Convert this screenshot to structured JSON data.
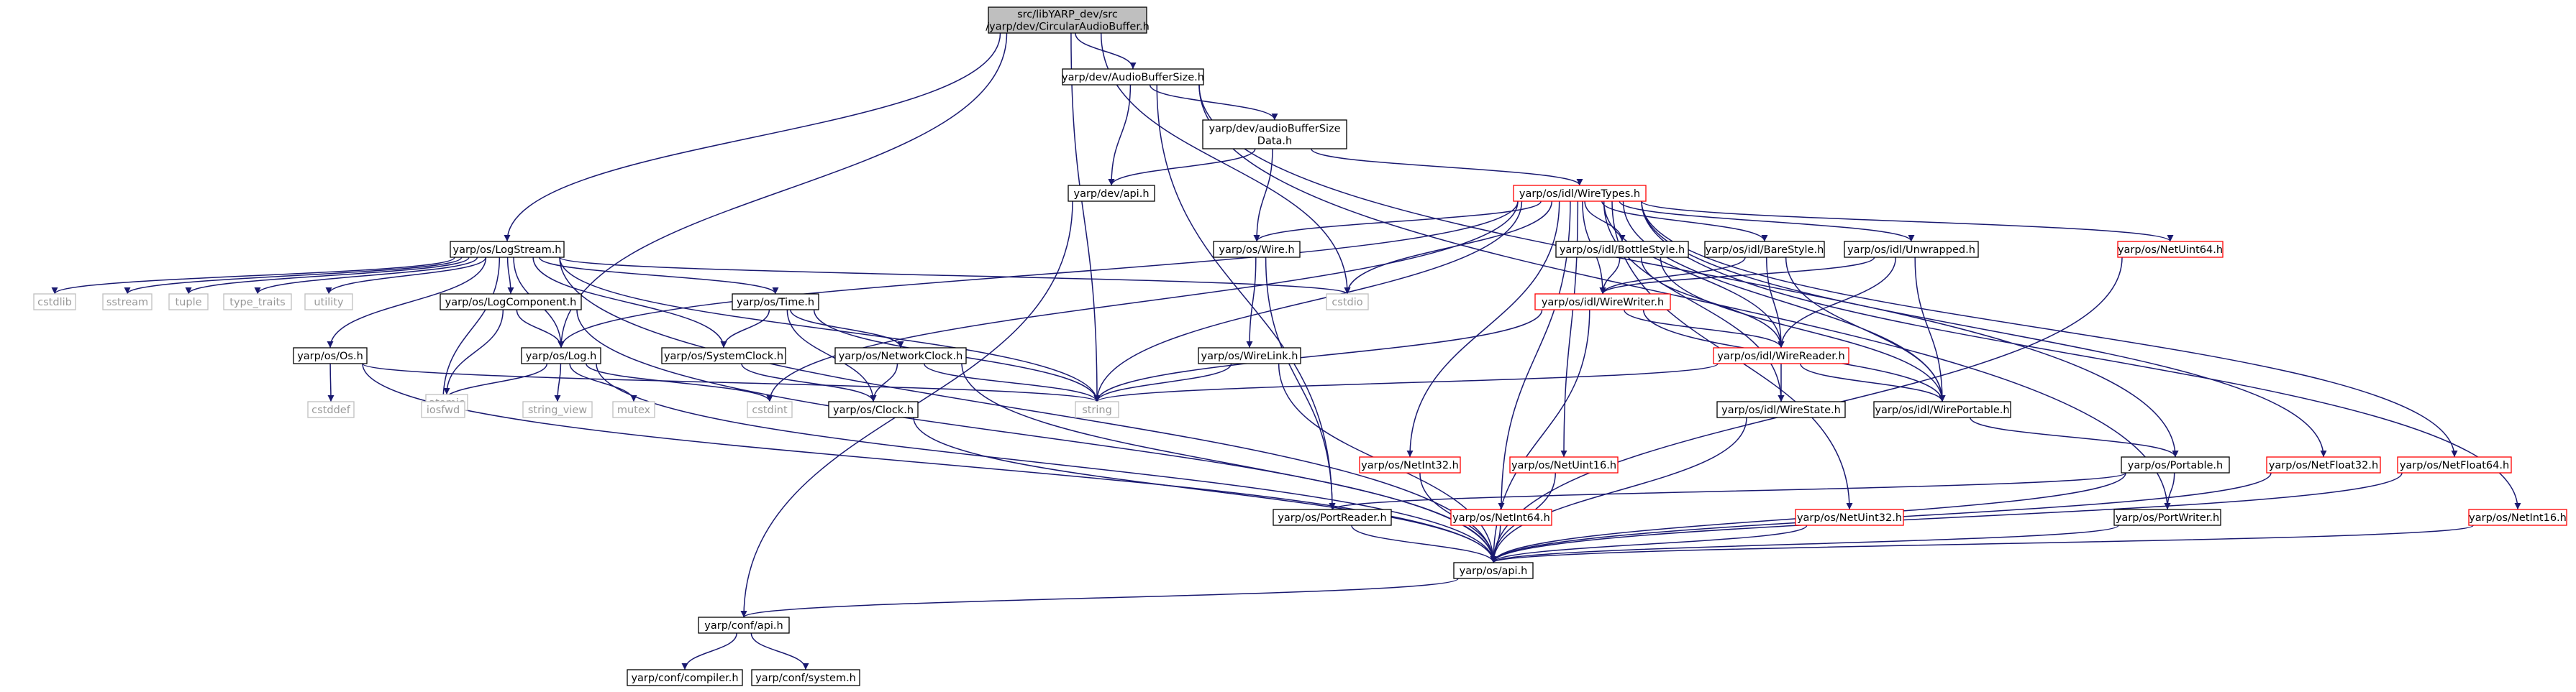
{
  "graph": {
    "nodes": [
      {
        "id": "root",
        "lines": [
          "src/libYARP_dev/src",
          "/yarp/dev/CircularAudioBuffer.h"
        ],
        "style": "root"
      },
      {
        "id": "abs",
        "lines": [
          "yarp/dev/AudioBufferSize.h"
        ],
        "style": "normal"
      },
      {
        "id": "absd",
        "lines": [
          "yarp/dev/audioBufferSize",
          "Data.h"
        ],
        "style": "normal"
      },
      {
        "id": "devapi",
        "lines": [
          "yarp/dev/api.h"
        ],
        "style": "normal"
      },
      {
        "id": "logstream",
        "lines": [
          "yarp/os/LogStream.h"
        ],
        "style": "normal"
      },
      {
        "id": "wiretypes",
        "lines": [
          "yarp/os/idl/WireTypes.h"
        ],
        "style": "red"
      },
      {
        "id": "oswire",
        "lines": [
          "yarp/os/Wire.h"
        ],
        "style": "normal"
      },
      {
        "id": "cstdlib",
        "lines": [
          "cstdlib"
        ],
        "style": "grey"
      },
      {
        "id": "sstream",
        "lines": [
          "sstream"
        ],
        "style": "grey"
      },
      {
        "id": "tuple",
        "lines": [
          "tuple"
        ],
        "style": "grey"
      },
      {
        "id": "type_traits",
        "lines": [
          "type_traits"
        ],
        "style": "grey"
      },
      {
        "id": "utility",
        "lines": [
          "utility"
        ],
        "style": "grey"
      },
      {
        "id": "logcomp",
        "lines": [
          "yarp/os/LogComponent.h"
        ],
        "style": "normal"
      },
      {
        "id": "ostime",
        "lines": [
          "yarp/os/Time.h"
        ],
        "style": "normal"
      },
      {
        "id": "cstdio",
        "lines": [
          "cstdio"
        ],
        "style": "grey"
      },
      {
        "id": "bottlestyle",
        "lines": [
          "yarp/os/idl/BottleStyle.h"
        ],
        "style": "normal"
      },
      {
        "id": "barestyle",
        "lines": [
          "yarp/os/idl/BareStyle.h"
        ],
        "style": "normal"
      },
      {
        "id": "unwrapped",
        "lines": [
          "yarp/os/idl/Unwrapped.h"
        ],
        "style": "normal"
      },
      {
        "id": "netuint64",
        "lines": [
          "yarp/os/NetUint64.h"
        ],
        "style": "red"
      },
      {
        "id": "osos",
        "lines": [
          "yarp/os/Os.h"
        ],
        "style": "normal"
      },
      {
        "id": "atomic",
        "lines": [
          "atomic"
        ],
        "style": "grey"
      },
      {
        "id": "oslog",
        "lines": [
          "yarp/os/Log.h"
        ],
        "style": "normal"
      },
      {
        "id": "sysclock",
        "lines": [
          "yarp/os/SystemClock.h"
        ],
        "style": "normal"
      },
      {
        "id": "netclock",
        "lines": [
          "yarp/os/NetworkClock.h"
        ],
        "style": "normal"
      },
      {
        "id": "wirewriter",
        "lines": [
          "yarp/os/idl/WireWriter.h"
        ],
        "style": "red"
      },
      {
        "id": "wirelink",
        "lines": [
          "yarp/os/WireLink.h"
        ],
        "style": "normal"
      },
      {
        "id": "wirereader",
        "lines": [
          "yarp/os/idl/WireReader.h"
        ],
        "style": "red"
      },
      {
        "id": "cstddef",
        "lines": [
          "cstddef"
        ],
        "style": "grey"
      },
      {
        "id": "iosfwd",
        "lines": [
          "iosfwd"
        ],
        "style": "grey"
      },
      {
        "id": "string_view",
        "lines": [
          "string_view"
        ],
        "style": "grey"
      },
      {
        "id": "mutex",
        "lines": [
          "mutex"
        ],
        "style": "grey"
      },
      {
        "id": "cstdint",
        "lines": [
          "cstdint"
        ],
        "style": "grey"
      },
      {
        "id": "string",
        "lines": [
          "string"
        ],
        "style": "grey"
      },
      {
        "id": "osclock",
        "lines": [
          "yarp/os/Clock.h"
        ],
        "style": "normal"
      },
      {
        "id": "wirestate",
        "lines": [
          "yarp/os/idl/WireState.h"
        ],
        "style": "normal"
      },
      {
        "id": "wireportable",
        "lines": [
          "yarp/os/idl/WirePortable.h"
        ],
        "style": "normal"
      },
      {
        "id": "netint32",
        "lines": [
          "yarp/os/NetInt32.h"
        ],
        "style": "red"
      },
      {
        "id": "netuint16",
        "lines": [
          "yarp/os/NetUint16.h"
        ],
        "style": "red"
      },
      {
        "id": "portable",
        "lines": [
          "yarp/os/Portable.h"
        ],
        "style": "normal"
      },
      {
        "id": "netfloat32",
        "lines": [
          "yarp/os/NetFloat32.h"
        ],
        "style": "red"
      },
      {
        "id": "netfloat64",
        "lines": [
          "yarp/os/NetFloat64.h"
        ],
        "style": "red"
      },
      {
        "id": "portreader",
        "lines": [
          "yarp/os/PortReader.h"
        ],
        "style": "normal"
      },
      {
        "id": "netint64",
        "lines": [
          "yarp/os/NetInt64.h"
        ],
        "style": "red"
      },
      {
        "id": "netuint32",
        "lines": [
          "yarp/os/NetUint32.h"
        ],
        "style": "red"
      },
      {
        "id": "portwriter",
        "lines": [
          "yarp/os/PortWriter.h"
        ],
        "style": "normal"
      },
      {
        "id": "netint16",
        "lines": [
          "yarp/os/NetInt16.h"
        ],
        "style": "red"
      },
      {
        "id": "osapi",
        "lines": [
          "yarp/os/api.h"
        ],
        "style": "normal"
      },
      {
        "id": "confapi",
        "lines": [
          "yarp/conf/api.h"
        ],
        "style": "normal"
      },
      {
        "id": "compiler",
        "lines": [
          "yarp/conf/compiler.h"
        ],
        "style": "normal"
      },
      {
        "id": "system",
        "lines": [
          "yarp/conf/system.h"
        ],
        "style": "normal"
      }
    ],
    "edges": [
      [
        "root",
        "abs"
      ],
      [
        "root",
        "logstream"
      ],
      [
        "root",
        "oslog"
      ],
      [
        "root",
        "string"
      ],
      [
        "root",
        "cstdio"
      ],
      [
        "abs",
        "absd"
      ],
      [
        "abs",
        "devapi"
      ],
      [
        "abs",
        "portable"
      ],
      [
        "abs",
        "portreader"
      ],
      [
        "abs",
        "portwriter"
      ],
      [
        "absd",
        "devapi"
      ],
      [
        "absd",
        "oswire"
      ],
      [
        "absd",
        "wiretypes"
      ],
      [
        "devapi",
        "confapi"
      ],
      [
        "logstream",
        "cstdlib"
      ],
      [
        "logstream",
        "sstream"
      ],
      [
        "logstream",
        "tuple"
      ],
      [
        "logstream",
        "type_traits"
      ],
      [
        "logstream",
        "utility"
      ],
      [
        "logstream",
        "osos"
      ],
      [
        "logstream",
        "iosfwd"
      ],
      [
        "logstream",
        "logcomp"
      ],
      [
        "logstream",
        "oslog"
      ],
      [
        "logstream",
        "sysclock"
      ],
      [
        "logstream",
        "ostime"
      ],
      [
        "logstream",
        "string"
      ],
      [
        "logstream",
        "osapi"
      ],
      [
        "logstream",
        "cstdio"
      ],
      [
        "wiretypes",
        "oswire"
      ],
      [
        "wiretypes",
        "cstdio"
      ],
      [
        "wiretypes",
        "oslog"
      ],
      [
        "wiretypes",
        "cstdint"
      ],
      [
        "wiretypes",
        "string"
      ],
      [
        "wiretypes",
        "bottlestyle"
      ],
      [
        "wiretypes",
        "barestyle"
      ],
      [
        "wiretypes",
        "unwrapped"
      ],
      [
        "wiretypes",
        "wirewriter"
      ],
      [
        "wiretypes",
        "wirereader"
      ],
      [
        "wiretypes",
        "wirestate"
      ],
      [
        "wiretypes",
        "wireportable"
      ],
      [
        "wiretypes",
        "netint32"
      ],
      [
        "wiretypes",
        "netint64"
      ],
      [
        "wiretypes",
        "netuint16"
      ],
      [
        "wiretypes",
        "netuint32"
      ],
      [
        "wiretypes",
        "netuint64"
      ],
      [
        "wiretypes",
        "netfloat32"
      ],
      [
        "wiretypes",
        "netfloat64"
      ],
      [
        "wiretypes",
        "netint16"
      ],
      [
        "oswire",
        "wirelink"
      ],
      [
        "oswire",
        "portreader"
      ],
      [
        "logcomp",
        "atomic"
      ],
      [
        "logcomp",
        "oslog"
      ],
      [
        "logcomp",
        "osapi"
      ],
      [
        "ostime",
        "sysclock"
      ],
      [
        "ostime",
        "netclock"
      ],
      [
        "ostime",
        "osclock"
      ],
      [
        "ostime",
        "string"
      ],
      [
        "bottlestyle",
        "wirewriter"
      ],
      [
        "bottlestyle",
        "wirereader"
      ],
      [
        "bottlestyle",
        "wireportable"
      ],
      [
        "barestyle",
        "wirewriter"
      ],
      [
        "barestyle",
        "wirereader"
      ],
      [
        "barestyle",
        "wireportable"
      ],
      [
        "unwrapped",
        "wirewriter"
      ],
      [
        "unwrapped",
        "wirereader"
      ],
      [
        "unwrapped",
        "wireportable"
      ],
      [
        "netuint64",
        "osapi"
      ],
      [
        "osos",
        "cstddef"
      ],
      [
        "osos",
        "string"
      ],
      [
        "osos",
        "osapi"
      ],
      [
        "oslog",
        "iosfwd"
      ],
      [
        "oslog",
        "string_view"
      ],
      [
        "oslog",
        "mutex"
      ],
      [
        "oslog",
        "cstdint"
      ],
      [
        "oslog",
        "osapi"
      ],
      [
        "sysclock",
        "osclock"
      ],
      [
        "netclock",
        "osclock"
      ],
      [
        "netclock",
        "string"
      ],
      [
        "netclock",
        "osapi"
      ],
      [
        "wirewriter",
        "string"
      ],
      [
        "wirewriter",
        "wirereader"
      ],
      [
        "wirewriter",
        "wireportable"
      ],
      [
        "wirewriter",
        "osapi"
      ],
      [
        "wirelink",
        "string"
      ],
      [
        "wirelink",
        "osapi"
      ],
      [
        "wirereader",
        "string"
      ],
      [
        "wirereader",
        "wirestate"
      ],
      [
        "wirereader",
        "wireportable"
      ],
      [
        "osclock",
        "osapi"
      ],
      [
        "wirestate",
        "osapi"
      ],
      [
        "wireportable",
        "portable"
      ],
      [
        "netint32",
        "osapi"
      ],
      [
        "netuint16",
        "osapi"
      ],
      [
        "portable",
        "portreader"
      ],
      [
        "portable",
        "portwriter"
      ],
      [
        "portable",
        "osapi"
      ],
      [
        "netfloat32",
        "osapi"
      ],
      [
        "netfloat64",
        "osapi"
      ],
      [
        "portreader",
        "osapi"
      ],
      [
        "netint64",
        "osapi"
      ],
      [
        "netuint32",
        "osapi"
      ],
      [
        "portwriter",
        "osapi"
      ],
      [
        "netint16",
        "osapi"
      ],
      [
        "osapi",
        "confapi"
      ],
      [
        "confapi",
        "compiler"
      ],
      [
        "confapi",
        "system"
      ]
    ]
  }
}
